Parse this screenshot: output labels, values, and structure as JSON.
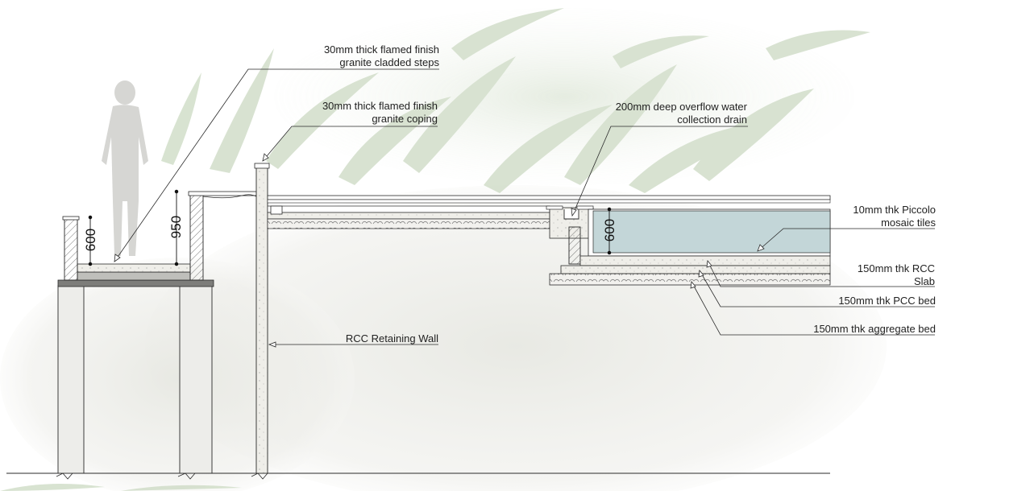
{
  "labels": {
    "steps_line1": "30mm thick flamed finish",
    "steps_line2": "granite cladded steps",
    "coping_line1": "30mm thick flamed finish",
    "coping_line2": "granite coping",
    "drain_line1": "200mm deep overflow water",
    "drain_line2": "collection drain",
    "tiles_line1": "10mm thk Piccolo",
    "tiles_line2": "mosaic tiles",
    "rcc_line1": "150mm thk RCC",
    "rcc_line2": "Slab",
    "pcc": "150mm thk PCC bed",
    "aggregate": "150mm thk aggregate bed",
    "wall": "RCC Retaining Wall"
  },
  "dimensions": {
    "left_height": "600",
    "step_height": "950",
    "pool_depth": "600"
  },
  "colors": {
    "line": "#2a2a2a",
    "concrete": "#ecebe6",
    "water": "#c3d6d8",
    "foliage": "#cfdcc6",
    "ground_wash": "#e9e9e4"
  }
}
